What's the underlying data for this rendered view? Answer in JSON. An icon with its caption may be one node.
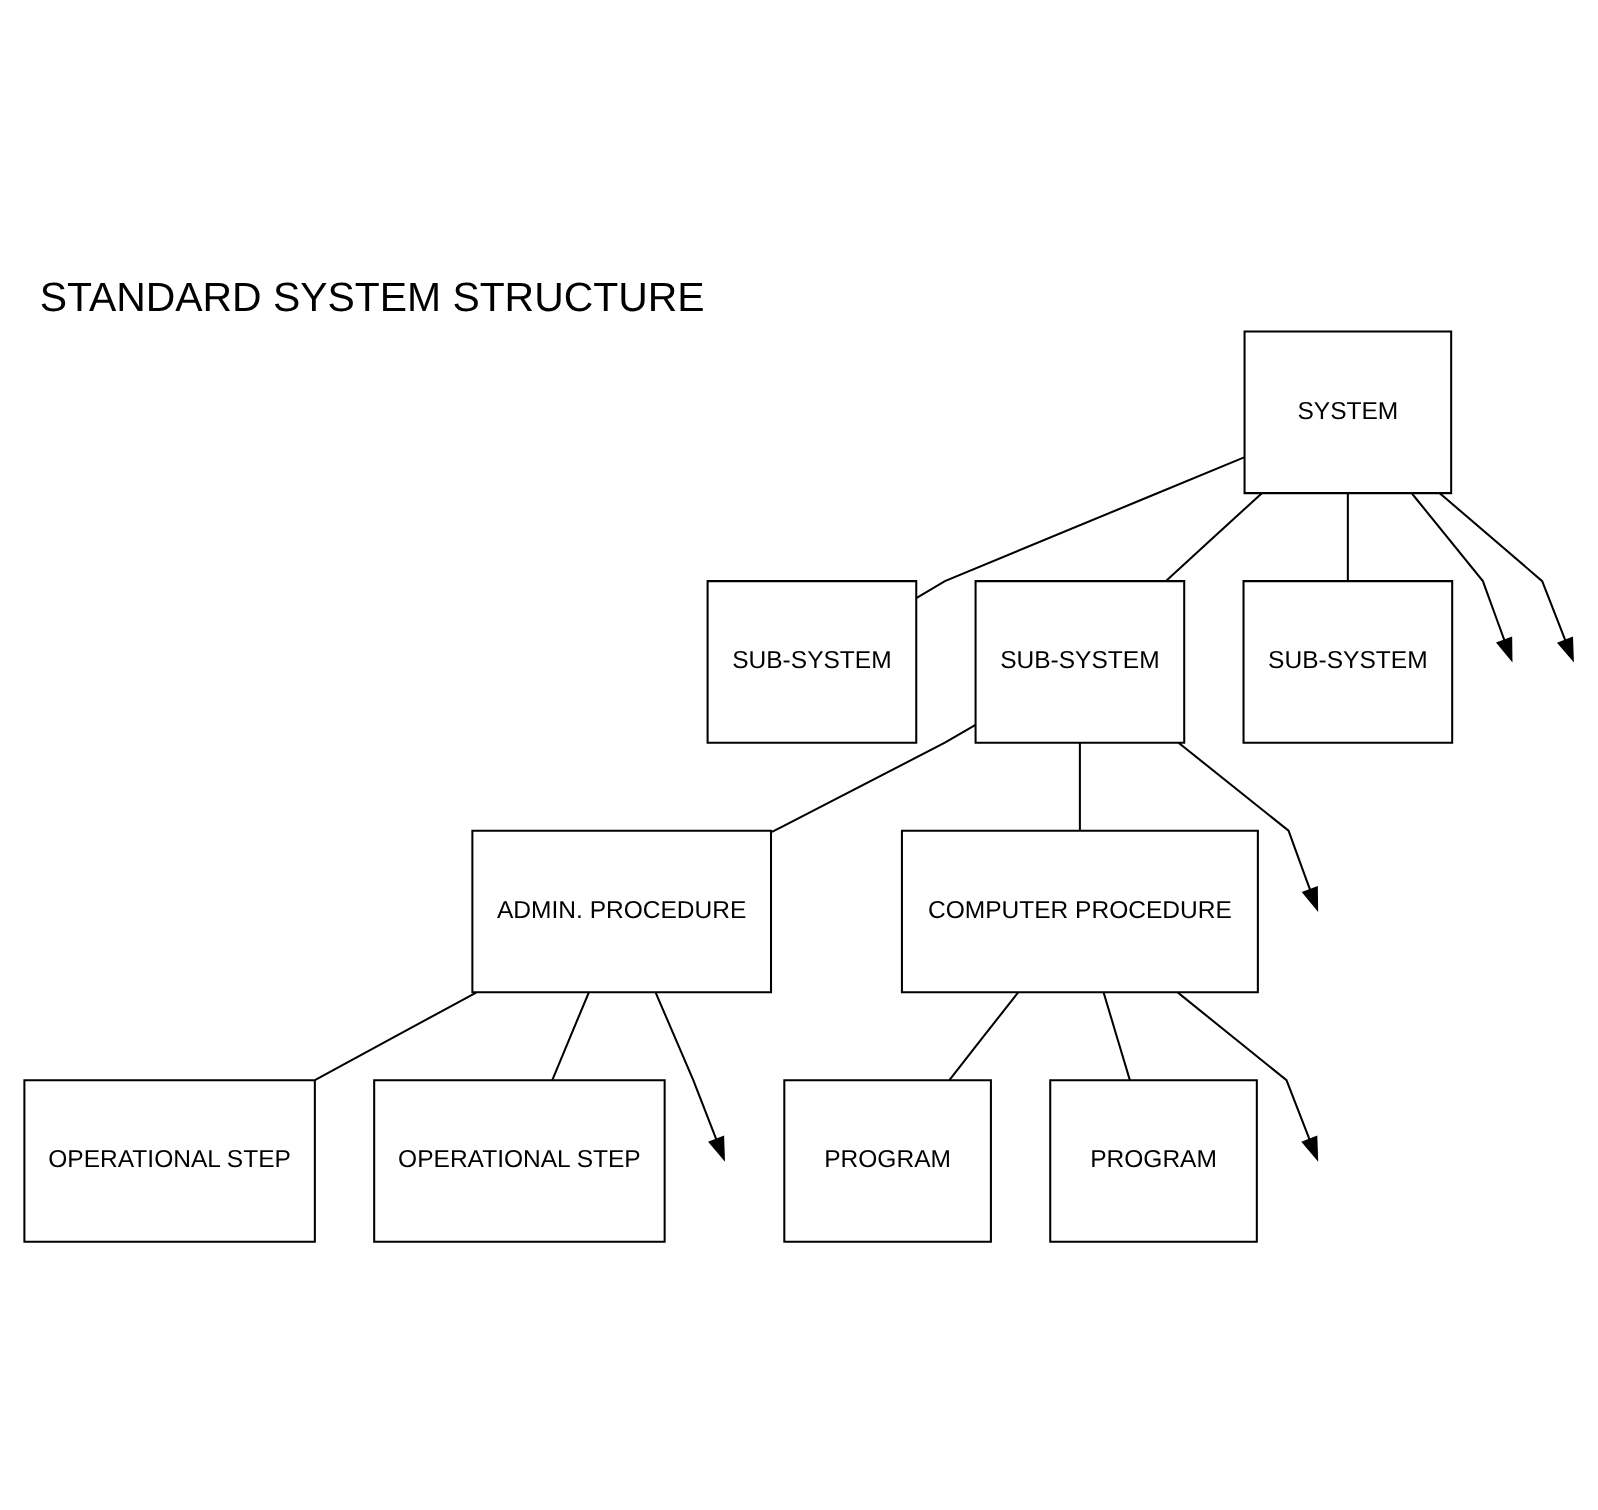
{
  "diagram": {
    "title": "STANDARD SYSTEM STRUCTURE",
    "nodes": [
      {
        "text": [
          "SYSTEM"
        ]
      },
      {
        "text": [
          "SUB-SYSTEM"
        ]
      },
      {
        "text": [
          "SUB-SYSTEM"
        ]
      },
      {
        "text": [
          "SUB-SYSTEM"
        ]
      },
      {
        "text": [
          "ADMIN. PROCEDURE"
        ]
      },
      {
        "text": [
          "COMPUTER PROCEDURE"
        ]
      },
      {
        "text": [
          "OPERATIONAL STEP"
        ]
      },
      {
        "text": [
          "OPERATIONAL STEP"
        ]
      },
      {
        "text": [
          "PROGRAM"
        ]
      },
      {
        "text": [
          "PROGRAM"
        ]
      }
    ],
    "edges": [
      {
        "from": 0,
        "to": null,
        "arrow": "to"
      },
      {
        "from": 0,
        "to": 1,
        "arrow": "none"
      },
      {
        "from": 0,
        "to": 2,
        "arrow": "none"
      },
      {
        "from": 0,
        "to": 3,
        "arrow": "none"
      },
      {
        "from": 0,
        "to": null,
        "arrow": "to"
      },
      {
        "from": 2,
        "to": null,
        "arrow": "to"
      },
      {
        "from": 2,
        "to": 4,
        "arrow": "none"
      },
      {
        "from": 2,
        "to": 5,
        "arrow": "none"
      },
      {
        "from": 4,
        "to": null,
        "arrow": "to"
      },
      {
        "from": 4,
        "to": 6,
        "arrow": "none"
      },
      {
        "from": 4,
        "to": 7,
        "arrow": "none"
      },
      {
        "from": 5,
        "to": 8,
        "arrow": "none"
      },
      {
        "from": 5,
        "to": 9,
        "arrow": "none"
      },
      {
        "from": 5,
        "to": null,
        "arrow": "to"
      }
    ]
  }
}
